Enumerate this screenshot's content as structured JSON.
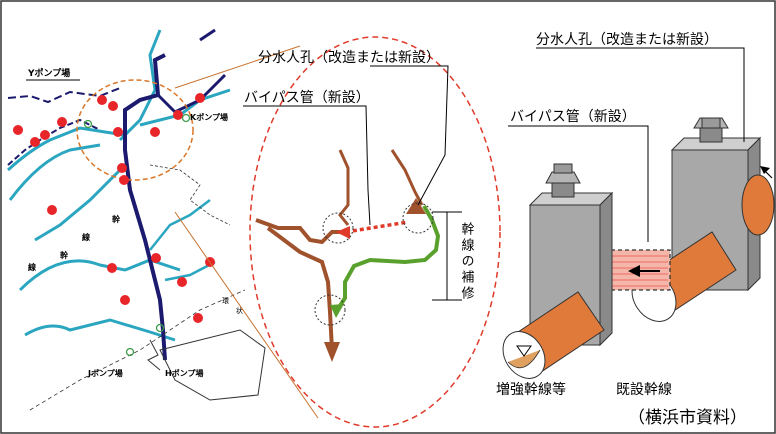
{
  "map": {
    "pump_labels": [
      "Yポンプ場",
      "Kポンプ場",
      "Jポンプ場",
      "Hポンプ場"
    ],
    "small_text": [
      "幹",
      "線",
      "幹",
      "線",
      "環",
      "状"
    ]
  },
  "detail": {
    "manhole_label": "分水人孔（改造または新設）",
    "bypass_label": "バイパス管（新設）",
    "trunk_repair_label": "幹線の補修"
  },
  "schematic": {
    "manhole_label": "分水人孔（改造または新設）",
    "bypass_label": "バイパス管（新設）",
    "reinforced_label": "増強幹線等",
    "existing_label": "既設幹線"
  },
  "source": "（横浜市資料）",
  "colors": {
    "map_blue_line": "#2aa6c0",
    "main_trunk_navy": "#1b1a6e",
    "red_dot": "#e8262a",
    "brown_pipe": "#a0522d",
    "green_pipe": "#5aa02c",
    "dashed_orange": "#d9772a"
  }
}
